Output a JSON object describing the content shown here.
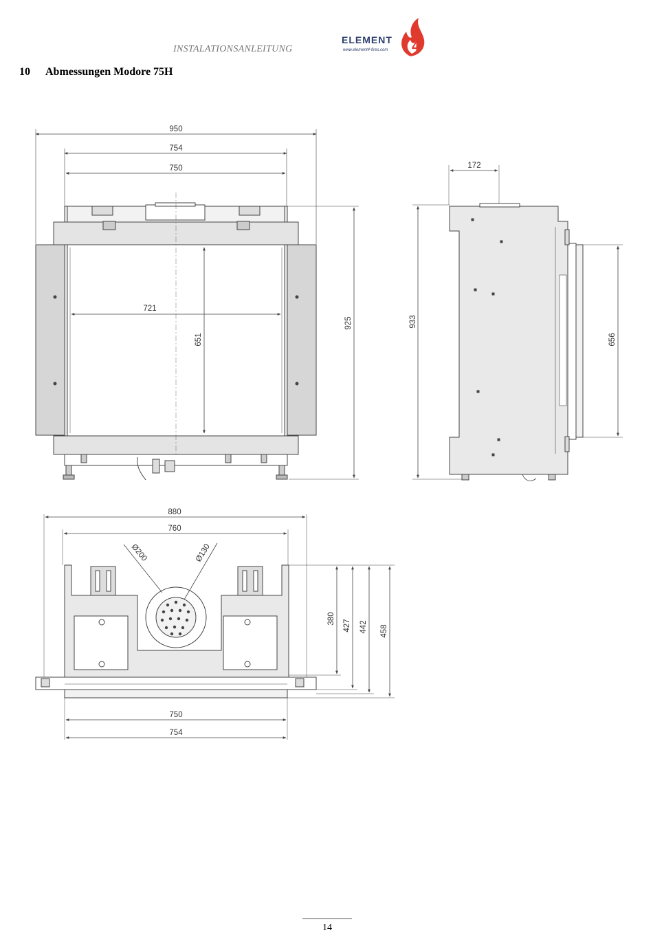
{
  "header": {
    "title": "INSTALATIONSANLEITUNG",
    "logo_text": "ELEMENT",
    "logo_digit": "4",
    "logo_url": "www.element4-fires.com"
  },
  "section": {
    "number": "10",
    "title": "Abmessungen Modore 75H"
  },
  "front_view": {
    "dims": [
      "950",
      "754",
      "750",
      "721",
      "651",
      "925"
    ]
  },
  "side_view": {
    "dims": [
      "172",
      "933",
      "656"
    ]
  },
  "top_view": {
    "dims": [
      "880",
      "760",
      "Ø200",
      "Ø130",
      "380",
      "427",
      "442",
      "458",
      "750",
      "754"
    ]
  },
  "footer": {
    "page_number": "14"
  },
  "colors": {
    "logo_navy": "#2d3e6e",
    "logo_red": "#e03a2f",
    "line": "#444444",
    "panel_fill": "#d6d6d6",
    "frame_fill": "#e9e9e9"
  }
}
